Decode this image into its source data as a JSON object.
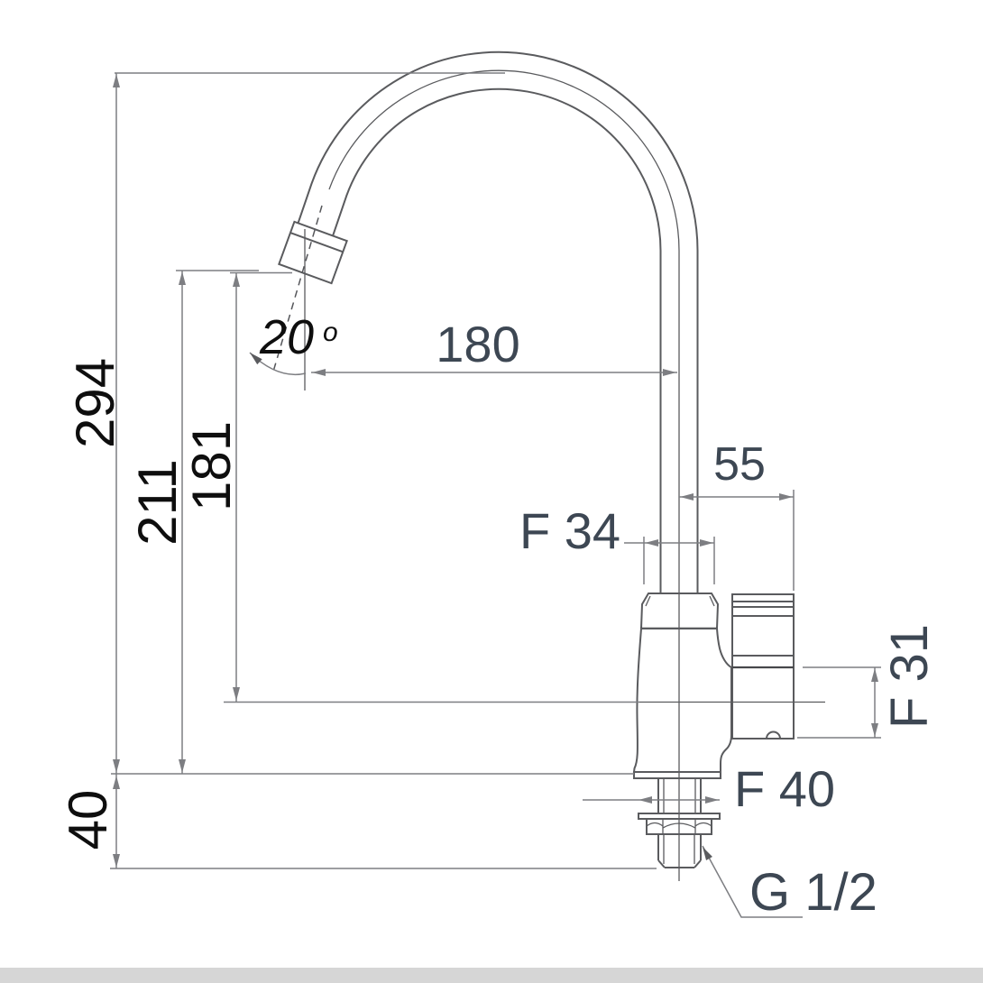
{
  "drawing": {
    "title": "faucet-dimension-drawing",
    "view": "side-elevation",
    "labels": {
      "overall_height": "294",
      "spout_outlet_height": "211",
      "outlet_to_valve_axis": "181",
      "below_deck_depth": "40",
      "spout_reach": "180",
      "handle_offset": "55",
      "spout_angle_value": "20",
      "spout_angle_unit": "o",
      "body_diameter": "F 34",
      "handle_diameter": "F 31",
      "flange_diameter": "F 40",
      "inlet_thread": "G 1/2"
    },
    "colors": {
      "outline": "#5a5b5e",
      "joint_line": "#3a3b3e",
      "dimension_line": "#7d7e82",
      "label_black": "#0e0e0e",
      "label_slate": "#3d4753",
      "footer_bar": "#d6d6d6",
      "background": "#ffffff"
    }
  }
}
